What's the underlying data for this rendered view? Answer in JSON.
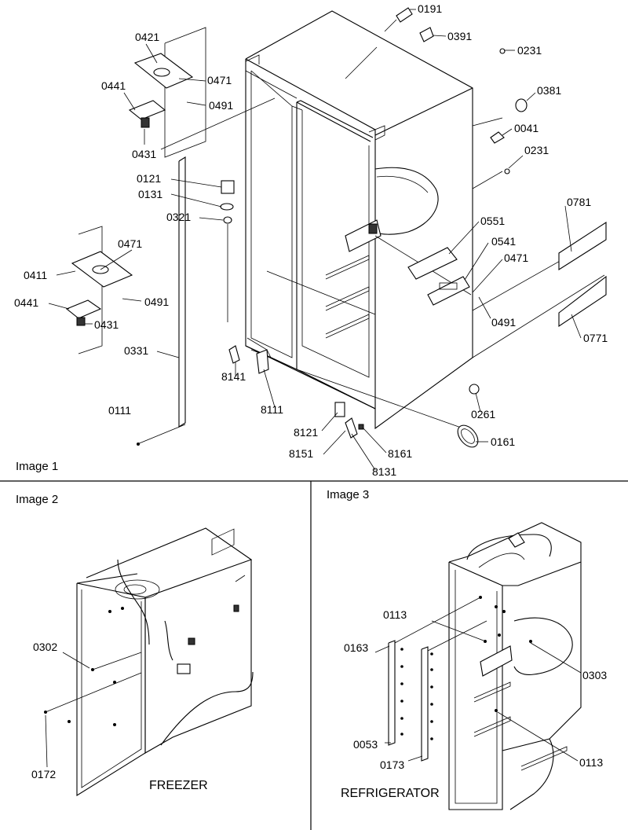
{
  "image1": {
    "caption": "Image 1",
    "callouts": {
      "c0191": "0191",
      "c0391": "0391",
      "c0231a": "0231",
      "c0381": "0381",
      "c0041": "0041",
      "c0231b": "0231",
      "c0421": "0421",
      "c0471a": "0471",
      "c0491a": "0491",
      "c0441a": "0441",
      "c0431a": "0431",
      "c0121": "0121",
      "c0131": "0131",
      "c0321": "0321",
      "c0781": "0781",
      "c0551": "0551",
      "c0541": "0541",
      "c0471b": "0471",
      "c0471c": "0471",
      "c0411": "0411",
      "c0491b": "0491",
      "c0491c": "0491",
      "c0441b": "0441",
      "c0431b": "0431",
      "c0771": "0771",
      "c0331": "0331",
      "c8141": "8141",
      "c8111": "8111",
      "c0261": "0261",
      "c0111": "0111",
      "c8121": "8121",
      "c0161": "0161",
      "c8151": "8151",
      "c8161": "8161",
      "c8131": "8131"
    }
  },
  "image2": {
    "caption": "Image 2",
    "title": "FREEZER",
    "callouts": {
      "c0302": "0302",
      "c0172": "0172"
    }
  },
  "image3": {
    "caption": "Image 3",
    "title": "REFRIGERATOR",
    "callouts": {
      "c0113a": "0113",
      "c0163": "0163",
      "c0303": "0303",
      "c0053": "0053",
      "c0173": "0173",
      "c0113b": "0113"
    }
  }
}
